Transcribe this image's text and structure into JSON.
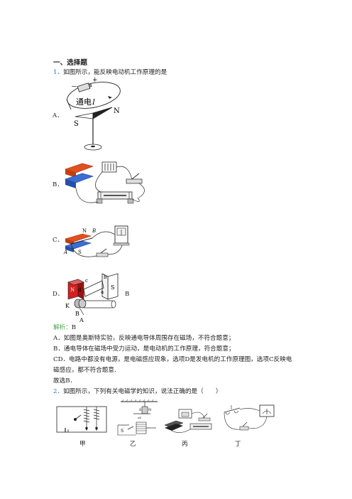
{
  "section_title": "一、选择题",
  "q1": {
    "number": "1．",
    "stem": "如图所示，能反映电动机工作原理的是",
    "options": [
      {
        "label": "A．"
      },
      {
        "label": "B．"
      },
      {
        "label": "C．"
      },
      {
        "label": "D．",
        "suffix": "B"
      }
    ],
    "figA": {
      "plus": "+",
      "minus": "－",
      "current_text": "通电",
      "current_symbol": "I",
      "north": "N",
      "south": "S"
    },
    "figC": {
      "n": "N",
      "b": "B",
      "a": "A",
      "s": "S"
    },
    "figD": {
      "n": "N",
      "s": "S",
      "c": "c",
      "b": "b",
      "a": "a",
      "d": "d",
      "k": "K",
      "big_b": "B",
      "big_a": "A"
    },
    "analysis_label": "解析：",
    "answer_letter": "B",
    "explanations": [
      "A．如图是奥斯特实验，反映通电导体周围存在磁场，不符合题意；",
      "B．通电导体在磁场中受力运动，是电动机的工作原理，符合题意；",
      "CD．电路中都没有电源，是电磁感应现象，选项D是发电机的工作原理图，选项C反映电",
      "磁感应，都不符合题意."
    ],
    "conclusion": "故选B．"
  },
  "q2": {
    "number": "2．",
    "stem": "如图所示，下列有关电磁学的知识，说法正确的是（　　）",
    "figure_labels": [
      "甲",
      "乙",
      "丙",
      "丁"
    ],
    "yi": {
      "s": "S",
      "n": "N",
      "label": "oS"
    }
  }
}
